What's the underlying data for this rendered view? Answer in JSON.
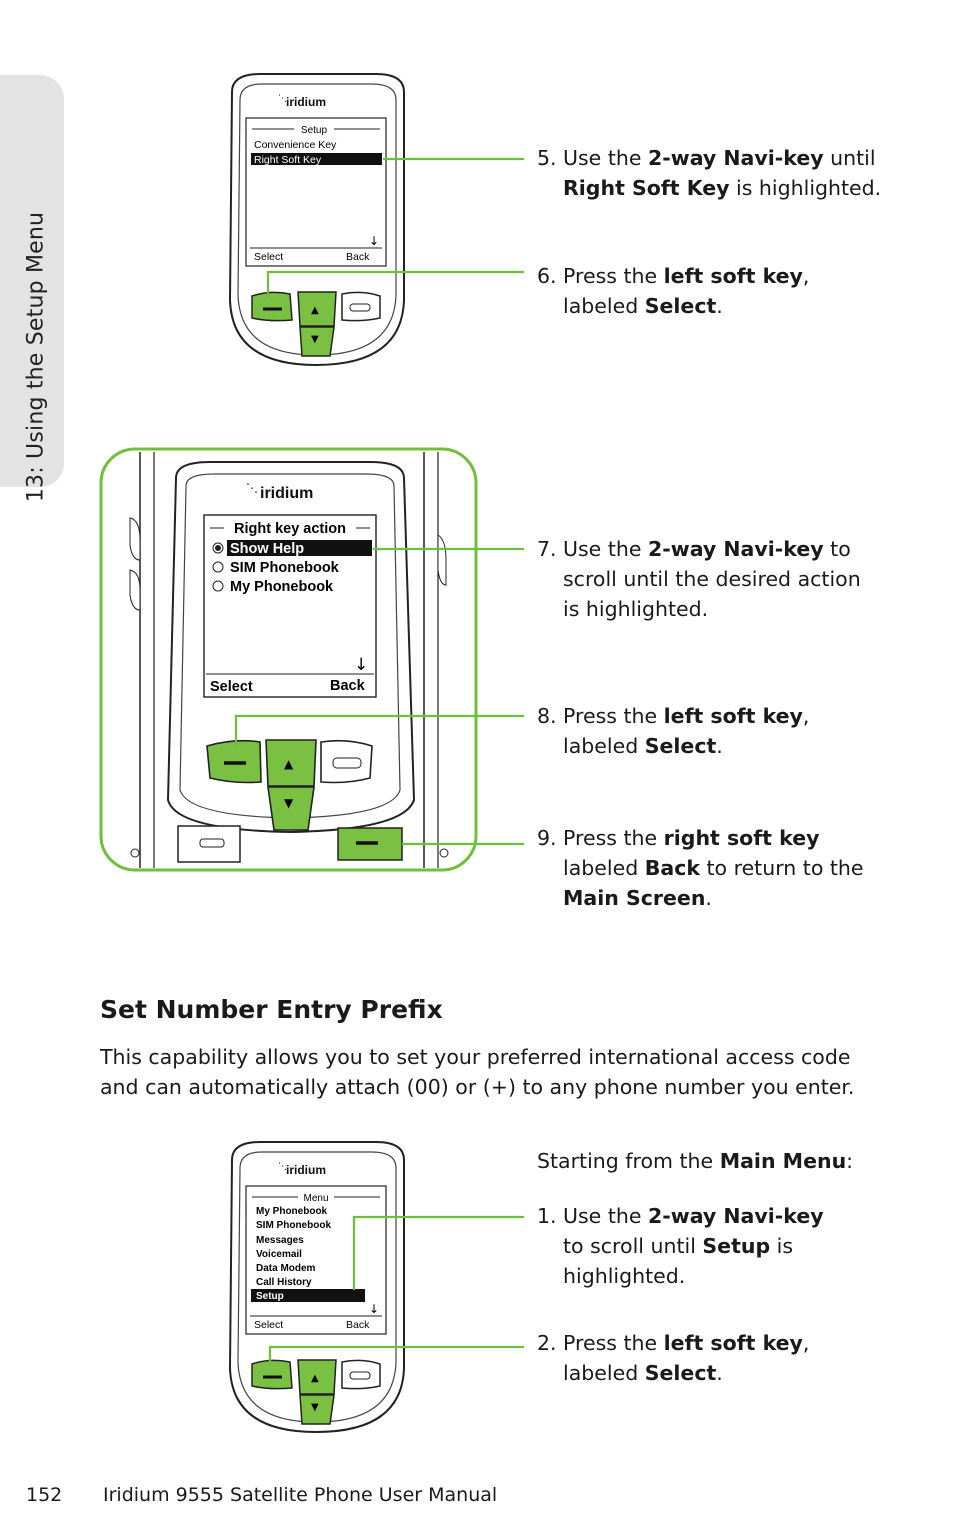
{
  "side_tab": "13: Using the Setup Menu",
  "phone1": {
    "logo": "iridium",
    "screen_title": "Setup",
    "items": [
      "Convenience Key",
      "Right Soft Key"
    ],
    "left_soft": "Select",
    "right_soft": "Back"
  },
  "phone2": {
    "logo": "iridium",
    "screen_title": "Right key action",
    "items": [
      "Show Help",
      "SIM Phonebook",
      "My Phonebook"
    ],
    "left_soft": "Select",
    "right_soft": "Back"
  },
  "phone3": {
    "logo": "iridium",
    "screen_title": "Menu",
    "items": [
      "My Phonebook",
      "SIM Phonebook",
      "Messages",
      "Voicemail",
      "Data Modem",
      "Call History",
      "Setup"
    ],
    "left_soft": "Select",
    "right_soft": "Back"
  },
  "steps": {
    "s5": {
      "num": "5.",
      "a": "Use the ",
      "b": "2-way Navi-key",
      "c": " until",
      "d": "Right Soft Key",
      "e": " is highlighted."
    },
    "s6": {
      "num": "6.",
      "a": "Press the ",
      "b": "left soft key",
      "c": ",",
      "d": "labeled ",
      "e": "Select",
      "f": "."
    },
    "s7": {
      "num": "7.",
      "a": "Use the ",
      "b": "2-way Navi-key",
      "c": " to",
      "d": "scroll until the desired action",
      "e": "is highlighted."
    },
    "s8": {
      "num": "8.",
      "a": "Press the ",
      "b": "left soft key",
      "c": ",",
      "d": "labeled ",
      "e": "Select",
      "f": "."
    },
    "s9": {
      "num": "9.",
      "a": "Press the ",
      "b": "right soft key",
      "d": "labeled ",
      "e": "Back",
      "f": " to return to the",
      "g": "Main Screen",
      "h": "."
    },
    "intro_a": "Starting from the ",
    "intro_b": "Main Menu",
    "intro_c": ":",
    "s1": {
      "num": "1.",
      "a": "Use the ",
      "b": "2-way Navi-key",
      "d": "to scroll until ",
      "e": "Setup",
      "f": " is",
      "g": "highlighted."
    },
    "s2": {
      "num": "2.",
      "a": "Press the ",
      "b": "left soft key",
      "c": ",",
      "d": "labeled ",
      "e": "Select",
      "f": "."
    }
  },
  "section": {
    "heading": "Set Number Entry Prefix",
    "line1": "This capability allows you to set your preferred international access code",
    "line2": "and can automatically attach (00) or (+) to any phone number you enter."
  },
  "footer": {
    "page": "152",
    "title": "Iridium 9555 Satellite Phone User Manual"
  },
  "colors": {
    "green": "#6fbf3b",
    "key_green": "#79c043",
    "tab_gray": "#e3e3e3"
  }
}
